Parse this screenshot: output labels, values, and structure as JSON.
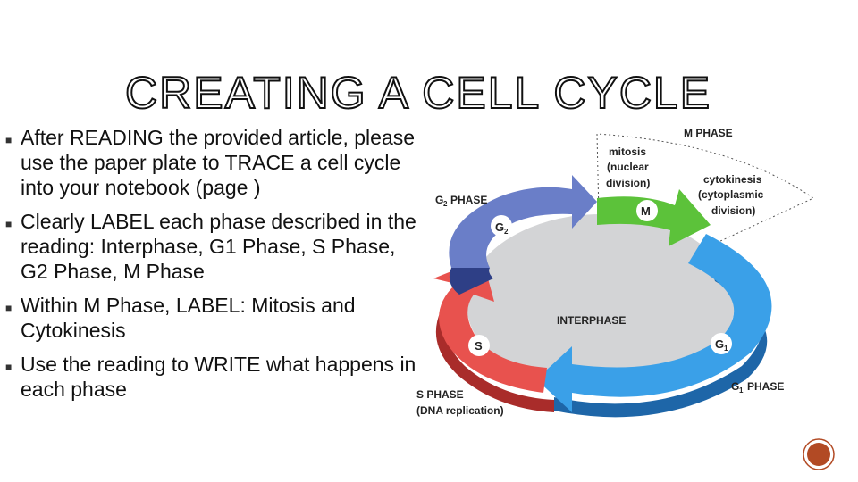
{
  "slide": {
    "title": "CREATING A CELL CYCLE",
    "bullets": [
      "After READING the provided article, please use the paper plate to TRACE a cell cycle into your notebook (page )",
      "Clearly LABEL each phase described in the reading: Interphase, G1 Phase, S Phase, G2 Phase, M Phase",
      "Within M Phase, LABEL: Mitosis and Cytokinesis",
      "Use the reading to WRITE what happens in each phase"
    ]
  },
  "diagram": {
    "m_phase": "M PHASE",
    "mitosis": [
      "mitosis",
      "(nuclear",
      "division)"
    ],
    "cytokinesis": [
      "cytokinesis",
      "(cytoplasmic",
      "division)"
    ],
    "g2_phase": "PHASE",
    "g2_badge": "G",
    "m_badge": "M",
    "interphase": "INTERPHASE",
    "s_badge": "S",
    "g1_badge": "G",
    "g1_phase": "PHASE",
    "s_phase": [
      "S PHASE",
      "(DNA replication)"
    ]
  },
  "colors": {
    "g1": "#3aa0e8",
    "s": "#e8524e",
    "g2": "#6a7ec8",
    "m": "#5cc23a",
    "interphase_fill": "#d3d4d6",
    "page_badge": "#b24a24"
  }
}
